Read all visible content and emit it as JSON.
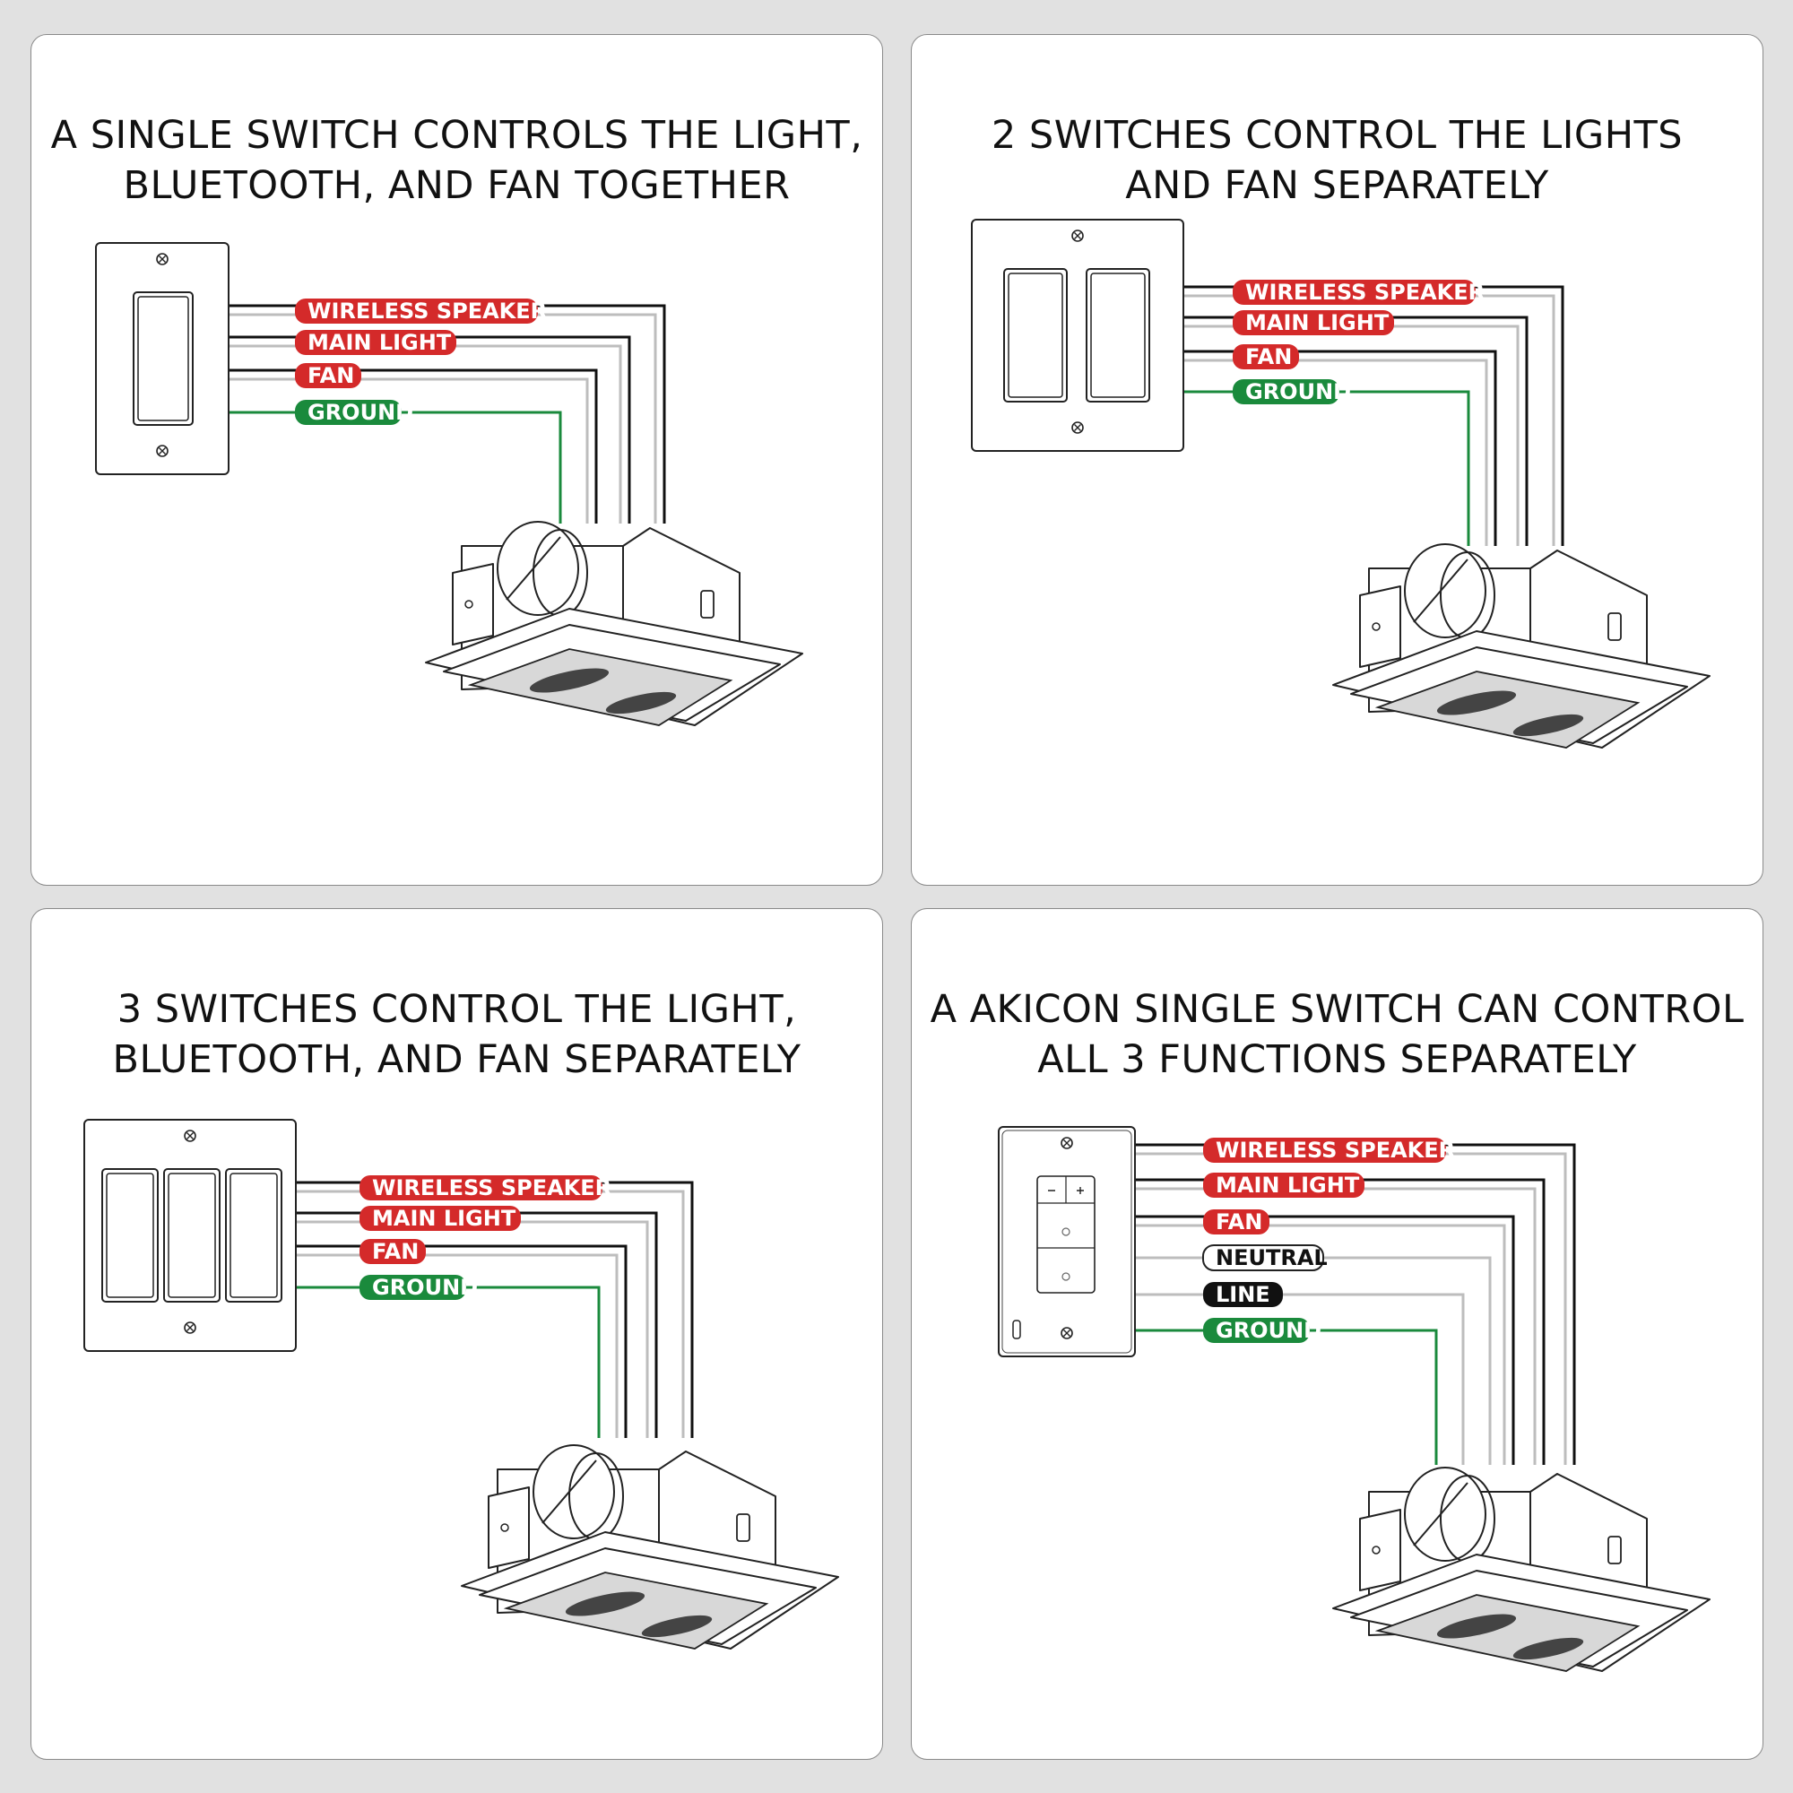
{
  "panels": [
    {
      "id": "single-switch",
      "title_lines": [
        "A SINGLE SWITCH CONTROLS THE LIGHT,",
        "BLUETOOTH, AND FAN TOGETHER"
      ],
      "switch_type": "single-rocker",
      "labels": [
        {
          "text": "WIRELESS SPEAKER",
          "color": "#d42a2a"
        },
        {
          "text": "MAIN LIGHT",
          "color": "#d42a2a"
        },
        {
          "text": "FAN",
          "color": "#d42a2a"
        },
        {
          "text": "GROUND",
          "color": "#1a8a3c"
        }
      ]
    },
    {
      "id": "two-switches",
      "title_lines": [
        "2 SWITCHES CONTROL THE LIGHTS",
        "AND FAN SEPARATELY"
      ],
      "switch_type": "double-rocker",
      "labels": [
        {
          "text": "WIRELESS SPEAKER",
          "color": "#d42a2a"
        },
        {
          "text": "MAIN LIGHT",
          "color": "#d42a2a"
        },
        {
          "text": "FAN",
          "color": "#d42a2a"
        },
        {
          "text": "GROUND",
          "color": "#1a8a3c"
        }
      ]
    },
    {
      "id": "three-switches",
      "title_lines": [
        "3 SWITCHES CONTROL THE LIGHT,",
        "BLUETOOTH, AND FAN SEPARATELY"
      ],
      "switch_type": "triple-rocker",
      "labels": [
        {
          "text": "WIRELESS SPEAKER",
          "color": "#d42a2a"
        },
        {
          "text": "MAIN LIGHT",
          "color": "#d42a2a"
        },
        {
          "text": "FAN",
          "color": "#d42a2a"
        },
        {
          "text": "GROUND",
          "color": "#1a8a3c"
        }
      ]
    },
    {
      "id": "akicon-switch",
      "title_lines": [
        "A AKICON SINGLE SWITCH CAN CONTROL",
        "ALL 3 FUNCTIONS SEPARATELY"
      ],
      "switch_type": "smart-control",
      "labels": [
        {
          "text": "WIRELESS SPEAKER",
          "color": "#d42a2a"
        },
        {
          "text": "MAIN LIGHT",
          "color": "#d42a2a"
        },
        {
          "text": "FAN",
          "color": "#d42a2a"
        },
        {
          "text": "NEUTRAL",
          "color": "#ffffff",
          "outline": true
        },
        {
          "text": "LINE",
          "color": "#111111"
        },
        {
          "text": "GROUND",
          "color": "#1a8a3c"
        }
      ]
    }
  ],
  "colors": {
    "background": "#e1e1e1",
    "panel": "#ffffff",
    "hot_label": "#d42a2a",
    "ground_label": "#1a8a3c",
    "wire_dark": "#111111",
    "wire_light": "#bdbdbd"
  },
  "icons": [
    "screw-icon",
    "rocker-switch-icon",
    "exhaust-fan-icon",
    "smart-switch-icon"
  ]
}
